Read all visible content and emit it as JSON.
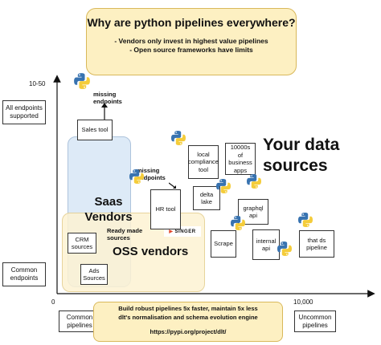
{
  "header": {
    "title": "Why are python pipelines everywhere?",
    "bullet1": "- Vendors only invest in highest value pipelines",
    "bullet2": "- Open source frameworks have limits"
  },
  "axes": {
    "y_top": "10-50",
    "y_origin": "0",
    "x_right": "10,000",
    "y_high_label": "All endpoints supported",
    "y_low_label": "Common endpoints",
    "x_low_label": "Common pipelines",
    "x_high_label": "Uncommon pipelines"
  },
  "regions": {
    "saas": "Saas Vendors",
    "oss": "OSS vendors",
    "your_data": "Your data sources"
  },
  "annotations": {
    "missing1": "missing endpoints",
    "missing2": "missing endpoints",
    "ready_made": "Ready made sources",
    "singer": "SINGER"
  },
  "nodes": {
    "sales_tool": "Sales tool",
    "crm_sources": "CRM sources",
    "ads_sources": "Ads Sources",
    "hr_tool": "HR tool",
    "local_compliance": "local compliance tool",
    "business_apps": "10000s of business apps",
    "delta_lake": "delta lake",
    "graphql_api": "graphql api",
    "scrape": "Scrape",
    "internal_api": "internal api",
    "that_ds_pipeline": "that ds pipeline"
  },
  "footer": {
    "line1": "Build robust pipelines 5x faster, maintain 5x less",
    "line2": "dlt's normalisation and schema evolution engine",
    "link": "https://pypi.org/project/dlt/"
  },
  "icons": [
    "python-logo-icon",
    "arrow-up-icon",
    "arrow-right-icon",
    "singer-logo-icon"
  ],
  "colors": {
    "highlight_fill": "#fdf0c2",
    "saas_fill": "#d8e7f6",
    "python_blue": "#3873b0",
    "python_yellow": "#f4cc3a"
  }
}
